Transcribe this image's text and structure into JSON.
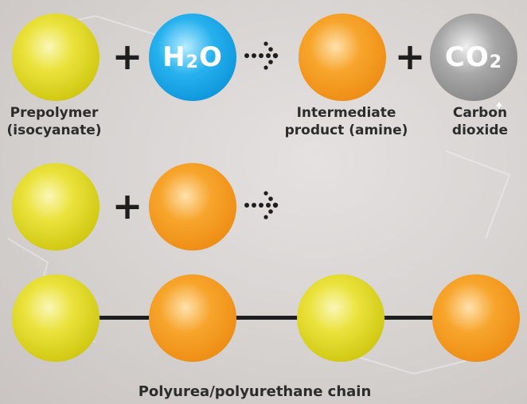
{
  "reaction1": {
    "h2o": {
      "main": "H",
      "sub": "2",
      "tail": "O"
    },
    "co2": {
      "main": "CO",
      "sub": "2"
    },
    "plus": "+"
  },
  "reaction2": {
    "plus": "+"
  },
  "labels": {
    "prepolymer_line1": "Prepolymer",
    "prepolymer_line2": "(isocyanate)",
    "intermediate_line1": "Intermediate",
    "intermediate_line2": "product (amine)",
    "co2_line1": "Carbon",
    "co2_line2": "dioxide",
    "chain": "Polyurea/polyurethane chain"
  },
  "colors": {
    "yellow": "#e2da2a",
    "orange": "#f39a20",
    "blue": "#1aa5e6",
    "grey": "#999999",
    "text": "#2c2c2c"
  }
}
